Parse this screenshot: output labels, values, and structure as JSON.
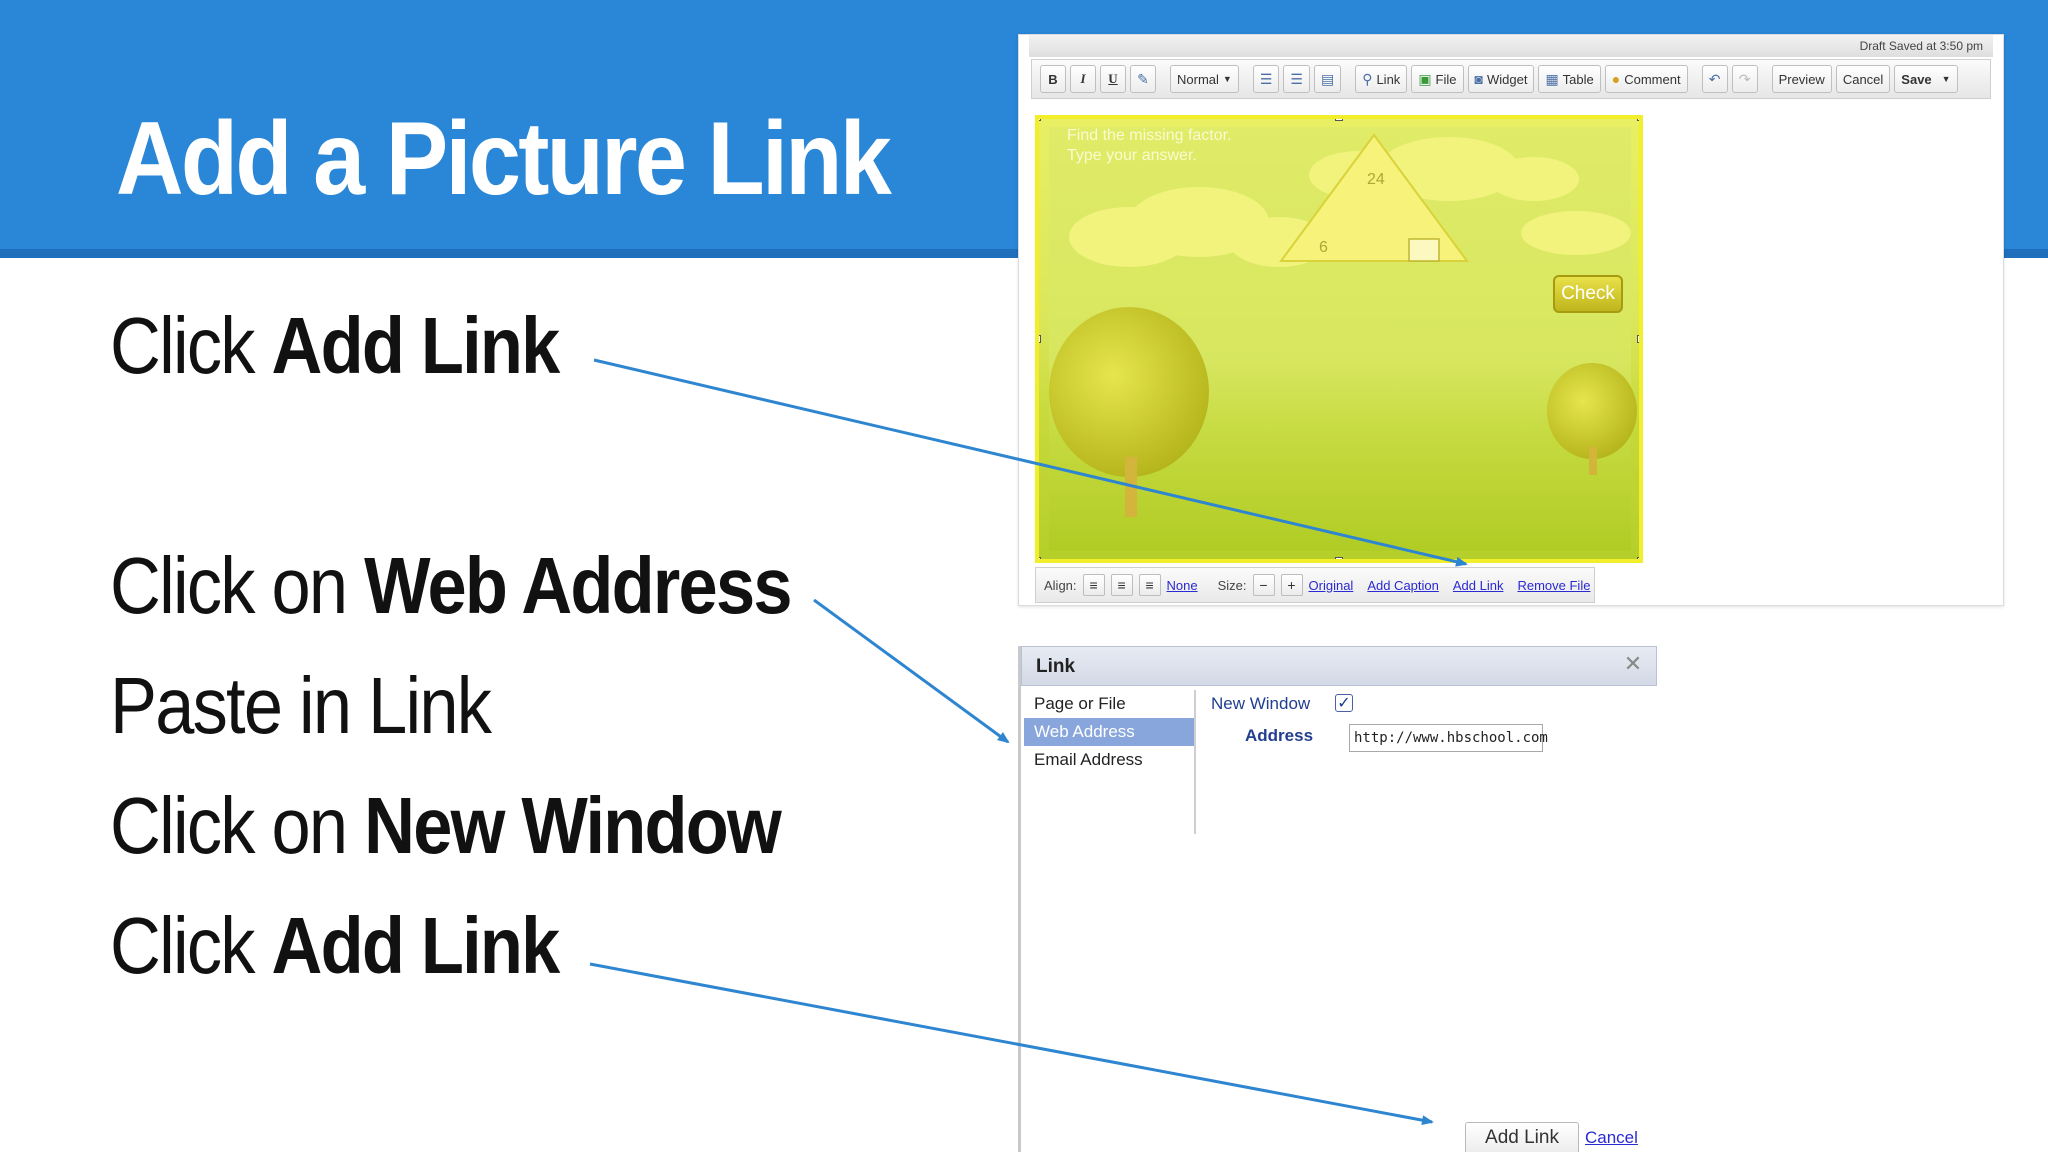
{
  "slide": {
    "title": "Add a Picture Link",
    "steps": [
      {
        "prefix": "Click ",
        "bold": "Add Link"
      },
      {
        "prefix": "Click on ",
        "bold": "Web Address"
      },
      {
        "prefix": "Paste in Link",
        "bold": ""
      },
      {
        "prefix": "Click on ",
        "bold": "New Window"
      },
      {
        "prefix": "Click ",
        "bold": "Add Link"
      }
    ]
  },
  "editor": {
    "draft_status": "Draft Saved at 3:50 pm",
    "toolbar": {
      "bold": "B",
      "italic": "I",
      "underline": "U",
      "style_select": "Normal",
      "link": "Link",
      "file": "File",
      "widget": "Widget",
      "table": "Table",
      "comment": "Comment",
      "preview": "Preview",
      "cancel": "Cancel",
      "save": "Save"
    },
    "picture": {
      "prompt_line1": "Find the missing factor.",
      "prompt_line2": "Type your answer.",
      "top_number": "24",
      "left_number": "6",
      "check_label": "Check"
    },
    "image_bar": {
      "align_label": "Align:",
      "none_link": "None",
      "size_label": "Size:",
      "original_link": "Original",
      "add_caption_link": "Add Caption",
      "add_link_link": "Add Link",
      "remove_file_link": "Remove File"
    }
  },
  "link_dialog": {
    "title": "Link",
    "close_glyph": "✕",
    "tabs": [
      "Page or File",
      "Web Address",
      "Email Address"
    ],
    "new_window_label": "New Window",
    "address_label": "Address",
    "address_value": "http://www.hbschool.com",
    "add_link_button": "Add Link",
    "cancel_link": "Cancel"
  },
  "colors": {
    "header_blue": "#2a86d6",
    "arrow_blue": "#2f86d0",
    "link_blue": "#2a2ad2",
    "active_tab": "#88a6dc"
  }
}
